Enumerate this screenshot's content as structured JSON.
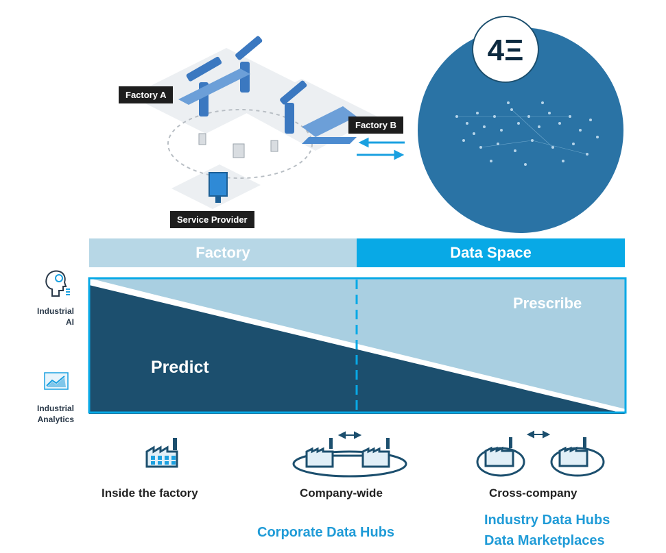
{
  "factory_scene": {
    "factory_a_label": "Factory A",
    "factory_b_label": "Factory B",
    "service_provider_label": "Service Provider"
  },
  "logo": {
    "text": "4Ξ"
  },
  "bands": {
    "factory": "Factory",
    "data_space": "Data Space"
  },
  "regions": {
    "predict": "Predict",
    "prescribe": "Prescribe"
  },
  "side_labels": {
    "industrial_ai": "Industrial\nAI",
    "industrial_analytics": "Industrial\nAnalytics"
  },
  "scopes": [
    {
      "label": "Inside the factory"
    },
    {
      "label": "Company-wide"
    },
    {
      "label": "Cross-company"
    }
  ],
  "hubs": {
    "corporate": "Corporate Data Hubs",
    "industry": "Industry Data Hubs",
    "marketplaces": "Data Marketplaces"
  },
  "colors": {
    "dark_navy": "#1c4f6e",
    "light_blue": "#a9cfe1",
    "accent_blue": "#08a9e6",
    "band_light": "#b7d7e6",
    "globe": "#2a73a5"
  }
}
